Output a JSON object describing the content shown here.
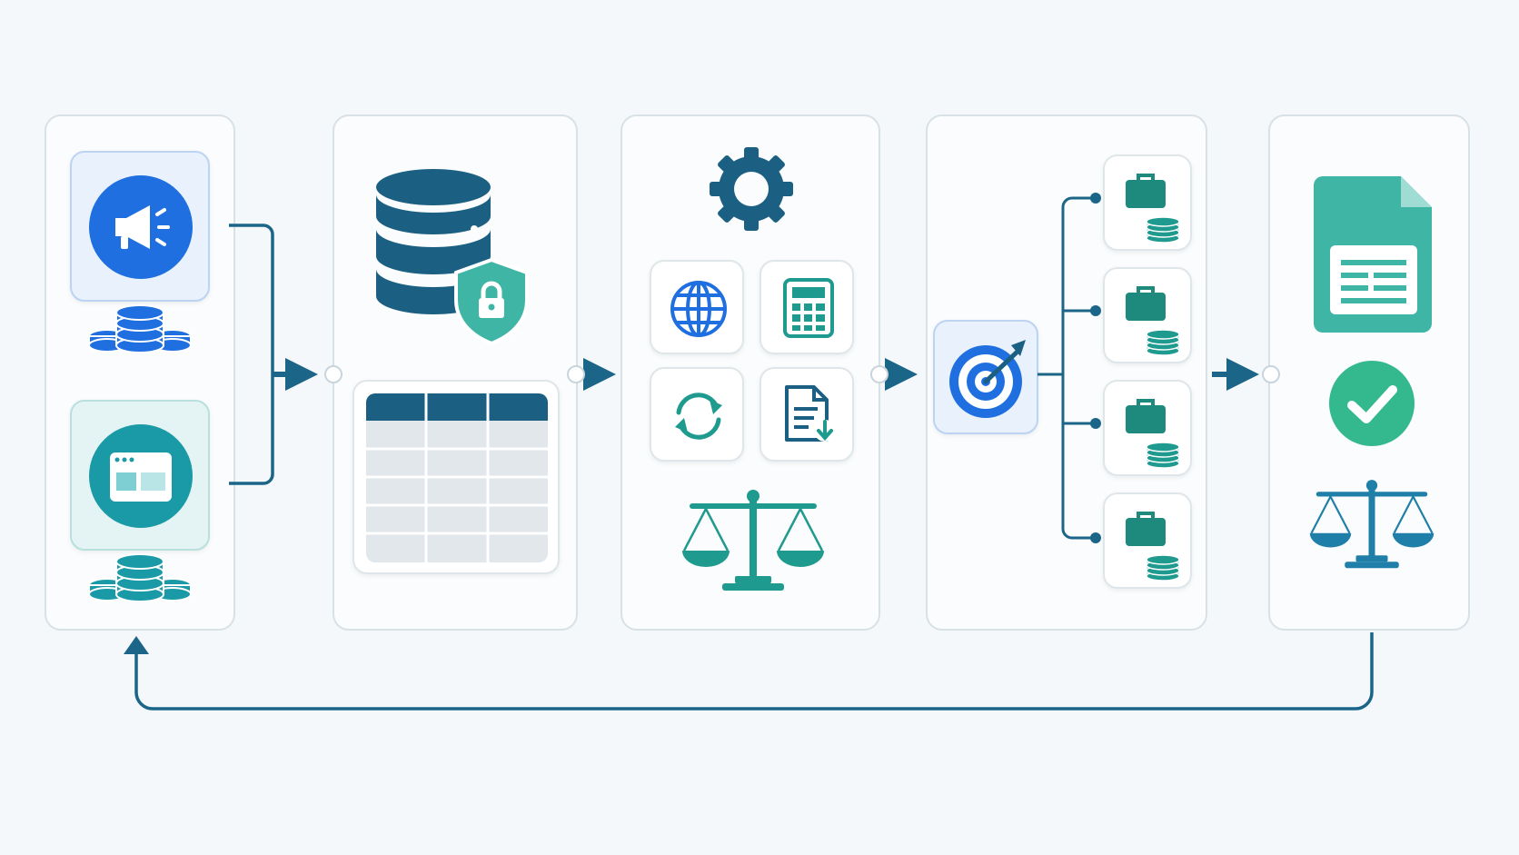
{
  "colors": {
    "navy": "#1b5f82",
    "teal": "#1e9a8f",
    "teal_light": "#3fb5a5",
    "blue": "#1f6fe0",
    "green": "#34b98e",
    "connector": "#1b6588",
    "panel_border": "#d8e1e6",
    "background": "#f4f8fa"
  },
  "stages": [
    {
      "id": "sources",
      "icons": [
        "megaphone-icon",
        "coin-stack-icon",
        "browser-window-icon",
        "coin-stack-icon"
      ]
    },
    {
      "id": "storage",
      "icons": [
        "database-icon",
        "lock-shield-icon",
        "data-table-icon"
      ]
    },
    {
      "id": "processing",
      "icons": [
        "gear-icon",
        "globe-icon",
        "calculator-icon",
        "refresh-icon",
        "document-download-icon",
        "balance-scale-icon"
      ]
    },
    {
      "id": "distribution",
      "icons": [
        "target-icon",
        "briefcase-icon",
        "coin-stack-icon"
      ],
      "branch_count": 4
    },
    {
      "id": "output",
      "icons": [
        "spreadsheet-document-icon",
        "checkmark-circle-icon",
        "balance-scale-icon"
      ]
    }
  ],
  "flow": {
    "forward_arrows": 4,
    "feedback_loop": "output-to-sources"
  }
}
